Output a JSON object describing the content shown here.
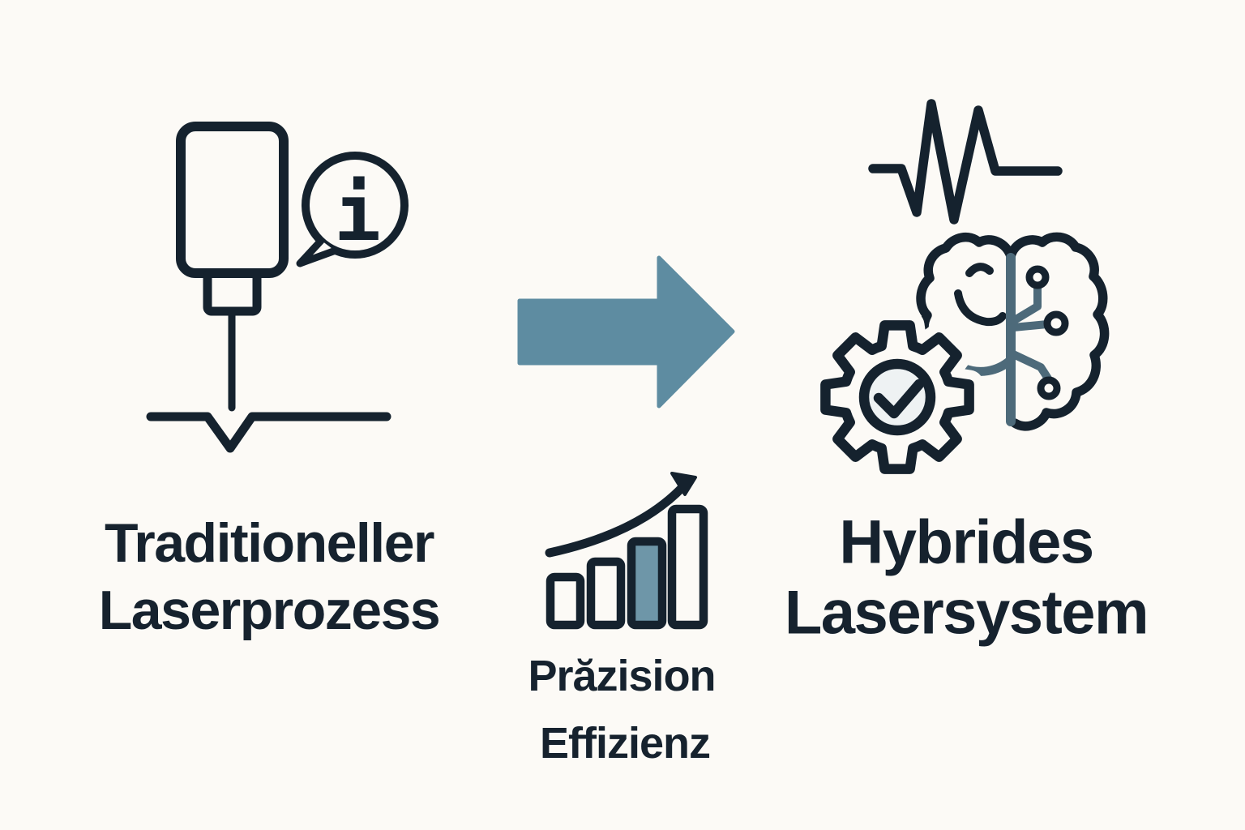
{
  "colors": {
    "background": "#fcfaf6",
    "ink": "#15222e",
    "accent_arrow": "#5e8ca1",
    "bar_fill": "#6e96a8",
    "circuit": "#4d6a7a"
  },
  "diagram": {
    "left": {
      "title_line1": "Traditioneller",
      "title_line2": "Laserprozess",
      "icon": "laser-cutting-head-icon",
      "badge_icon": "info-speech-bubble-icon",
      "info_glyph": "i"
    },
    "transition": {
      "icon": "right-arrow"
    },
    "middle": {
      "icon": "growth-bar-chart-icon",
      "caption_line1": "Prăzision",
      "caption_line2": "Effizienz"
    },
    "right": {
      "title_line1": "Hybrides",
      "title_line2": "Lasersystem",
      "icon_top": "pulse-waveform-icon",
      "icon_main": "ai-brain-gear-check-icon"
    }
  }
}
